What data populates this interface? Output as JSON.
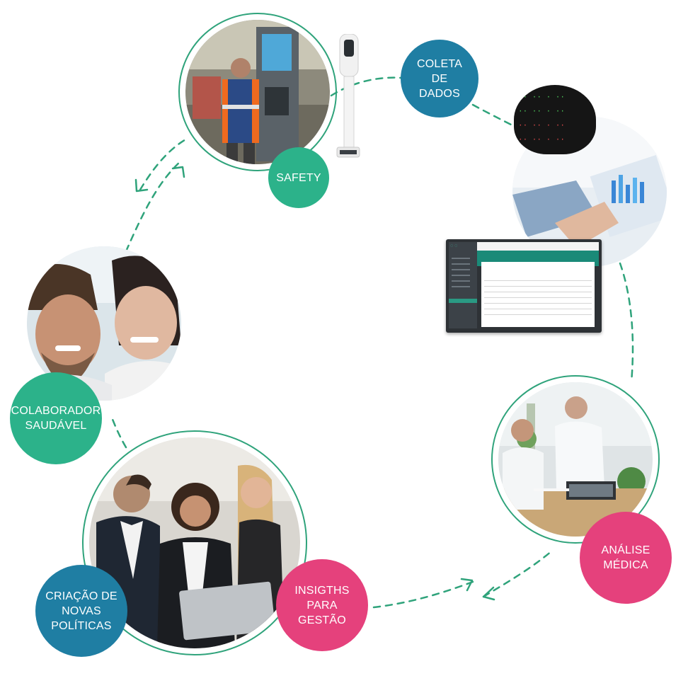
{
  "labels": {
    "safety": "SAFETY",
    "coleta": "COLETA\nDE\nDADOS",
    "analise": "ANÁLISE\nMÉDICA",
    "insights": "INSIGTHS\nPARA\nGESTÃO",
    "criacao": "CRIAÇÃO DE\nNOVAS\nPOLÍTICAS",
    "colaborador": "COLABORADOR\nSAUDÁVEL"
  },
  "colors": {
    "green": "#2cb28a",
    "blue": "#1f7ea3",
    "pink": "#e5417c",
    "ring": "#2fa37b",
    "arrow": "#2fa37b"
  },
  "icons": [
    "arrow-up-right-icon",
    "arrow-down-left-icon",
    "arrow-right-icon",
    "arrow-left-icon"
  ]
}
